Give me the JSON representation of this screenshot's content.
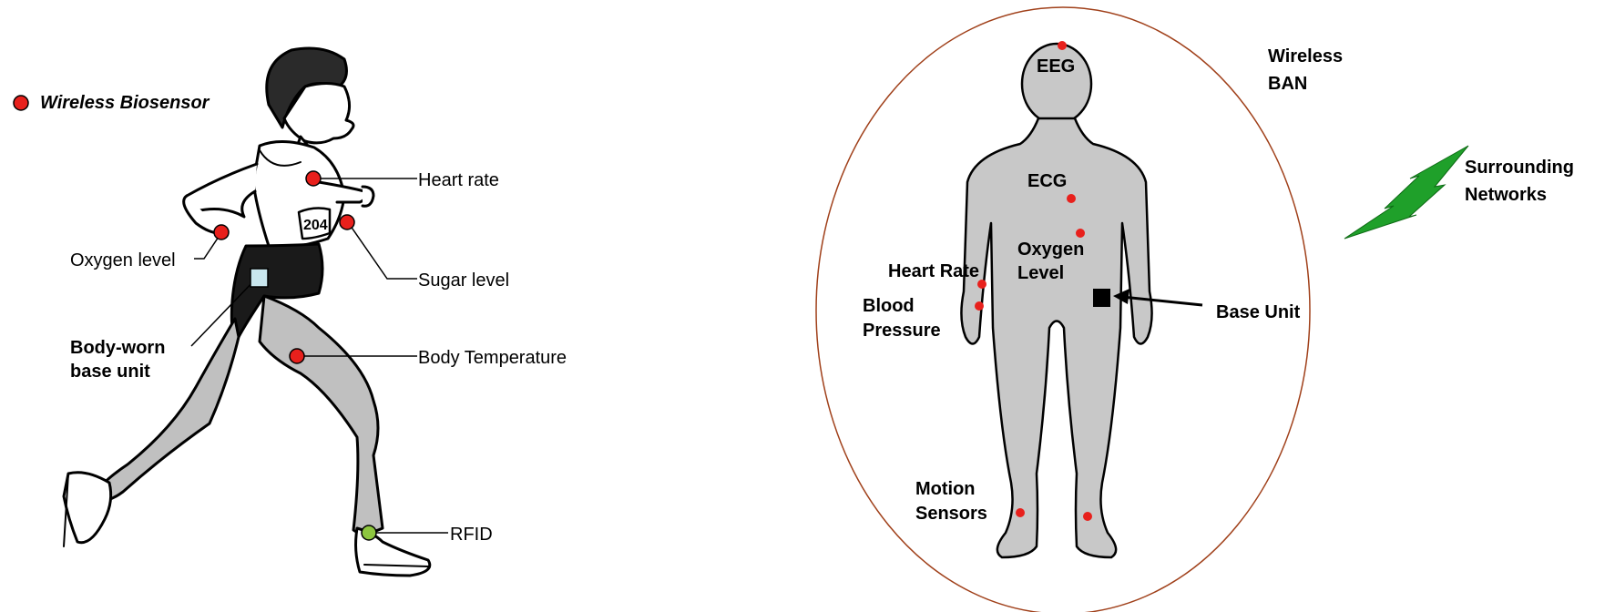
{
  "left_panel": {
    "legend": {
      "label": "Wireless Biosensor",
      "sensor_color": "#e8201c"
    },
    "labels": {
      "heart_rate": "Heart rate",
      "sugar_level": "Sugar level",
      "oxygen_level": "Oxygen level",
      "body_temperature": "Body Temperature",
      "base_unit_line1": "Body-worn",
      "base_unit_line2": "base unit",
      "rfid": "RFID"
    },
    "colors": {
      "rfid": "#8dc63f",
      "base_unit": "#c9e6ee"
    }
  },
  "right_panel": {
    "wireless_ban": {
      "line1": "Wireless",
      "line2": "BAN",
      "color": "#a0401a"
    },
    "surrounding_networks": {
      "line1": "Surrounding",
      "line2": "Networks",
      "color": "#1fa02a"
    },
    "labels": {
      "eeg": "EEG",
      "ecg": "ECG",
      "oxygen_line1": "Oxygen",
      "oxygen_line2": "Level",
      "heart_rate": "Heart Rate",
      "blood_line1": "Blood",
      "blood_line2": "Pressure",
      "base_unit": "Base Unit",
      "motion_line1": "Motion",
      "motion_line2": "Sensors"
    },
    "body_color": "#c8c8c8",
    "ellipse_color": "#a0401a"
  }
}
